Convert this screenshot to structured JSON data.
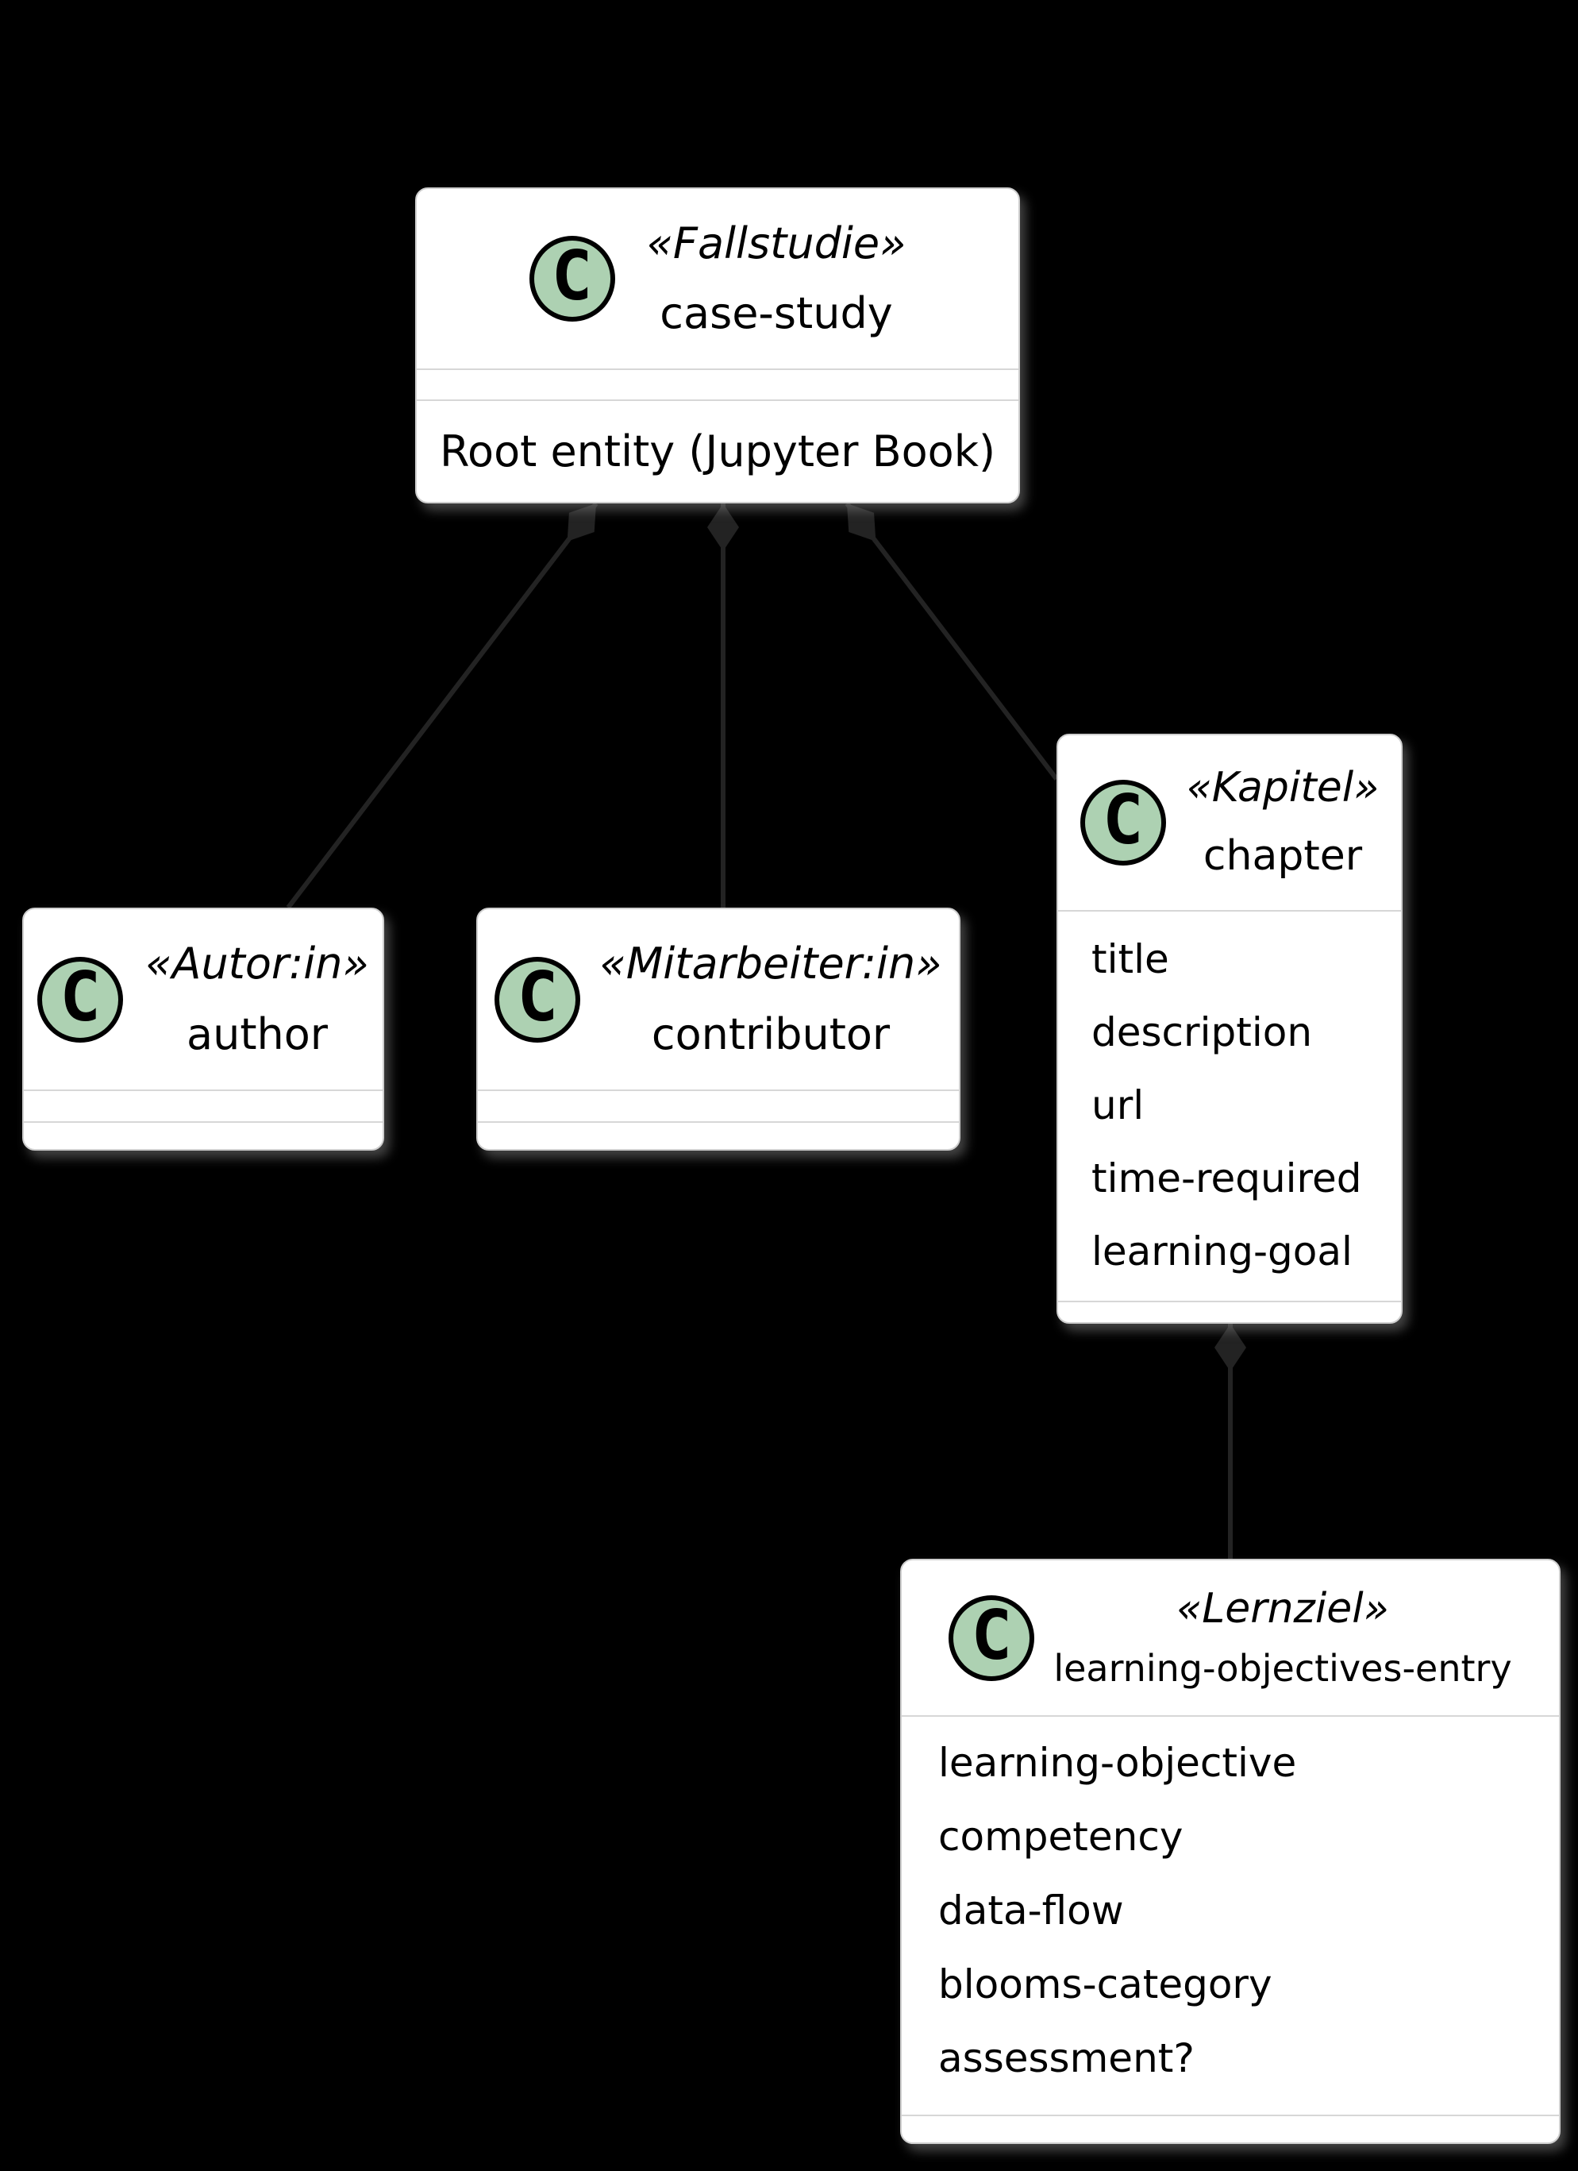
{
  "colors": {
    "background": "#000000",
    "box_fill": "#ffffff",
    "box_border": "#cfcfcf",
    "separator": "#d7d7d7",
    "accent_green": "#ADD1B2",
    "edge": "#232323",
    "text": "#000000"
  },
  "icons": {
    "class_circle_letter": "C"
  },
  "nodes": {
    "case_study": {
      "stereotype": "«Fallstudie»",
      "name": "case-study",
      "body": "Root entity (Jupyter Book)"
    },
    "author": {
      "stereotype": "«Autor:in»",
      "name": "author"
    },
    "contributor": {
      "stereotype": "«Mitarbeiter:in»",
      "name": "contributor"
    },
    "chapter": {
      "stereotype": "«Kapitel»",
      "name": "chapter",
      "attributes": [
        "title",
        "description",
        "url",
        "time-required",
        "learning-goal"
      ]
    },
    "learning_objectives_entry": {
      "stereotype": "«Lernziel»",
      "name": "learning-objectives-entry",
      "attributes": [
        "learning-objective",
        "competency",
        "data-flow",
        "blooms-category",
        "assessment?"
      ]
    }
  },
  "edges": [
    {
      "from": "case-study",
      "to": "author",
      "type": "composition"
    },
    {
      "from": "case-study",
      "to": "contributor",
      "type": "composition"
    },
    {
      "from": "case-study",
      "to": "chapter",
      "type": "composition"
    },
    {
      "from": "chapter",
      "to": "learning-objectives-entry",
      "type": "composition"
    }
  ]
}
